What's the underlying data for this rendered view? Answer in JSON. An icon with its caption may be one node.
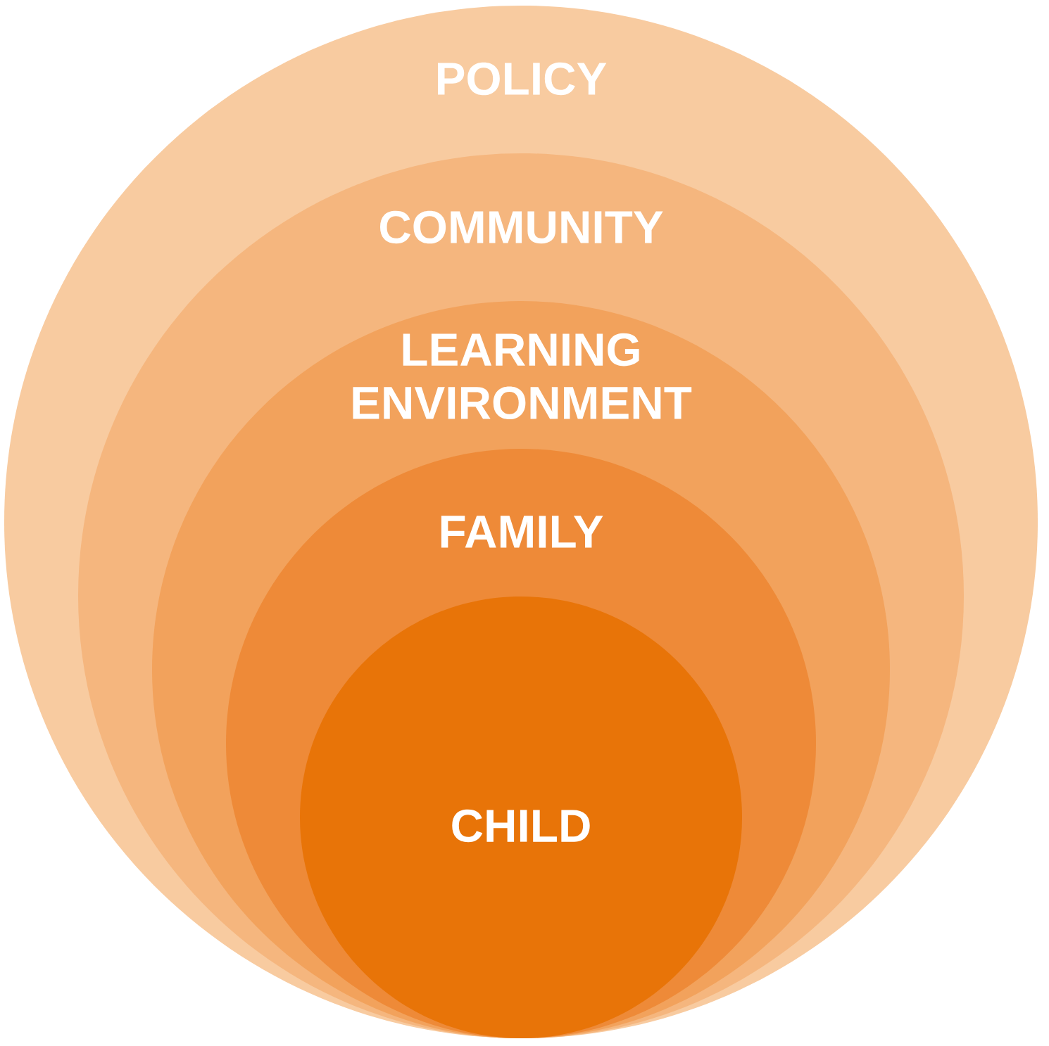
{
  "diagram": {
    "nodes": [
      {
        "text": [
          "POLICY"
        ]
      },
      {
        "text": [
          "COMMUNITY"
        ],
        "in": 0
      },
      {
        "text": [
          "LEARNING ENVIRONMENT"
        ],
        "in": 1
      },
      {
        "text": [
          "FAMILY"
        ],
        "in": 2
      },
      {
        "text": [
          "CHILD"
        ],
        "in": 3
      }
    ]
  }
}
